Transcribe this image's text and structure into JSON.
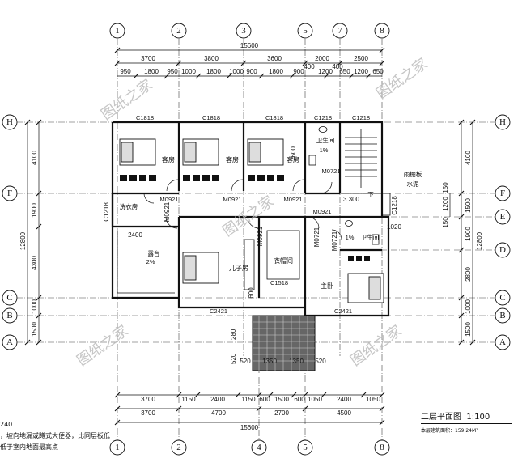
{
  "plan": {
    "title": "二层平面图",
    "scale": "1:100",
    "area_note": "本层建筑面积：159.24M²",
    "notes": [
      "240",
      "，坡向地漏或蹲式大便器，比同层板低",
      "低于室内地面最高点"
    ],
    "watermark": "图纸之家"
  },
  "axes": {
    "columns_top": [
      "1",
      "2",
      "3",
      "5",
      "7",
      "8"
    ],
    "columns_bottom": [
      "1",
      "2",
      "4",
      "5",
      "8"
    ],
    "rows_left": [
      "H",
      "F",
      "C",
      "B",
      "A"
    ],
    "rows_right": [
      "H",
      "F",
      "E",
      "D",
      "C",
      "B",
      "A"
    ]
  },
  "dims": {
    "top_total": "15600",
    "top_row1": [
      "3700",
      "3800",
      "3600",
      "2000",
      "2500"
    ],
    "top_small": [
      "400",
      "400"
    ],
    "top_row2": [
      "950",
      "1800",
      "950",
      "1000",
      "1800",
      "1000",
      "900",
      "1800",
      "900",
      "1200",
      "650",
      "1200",
      "650"
    ],
    "bottom_row1": [
      "3700",
      "1150",
      "2400",
      "1150",
      "600",
      "1500",
      "600",
      "1050",
      "2400",
      "1050"
    ],
    "bottom_row2": [
      "3700",
      "4700",
      "2700",
      "4500"
    ],
    "bottom_total": "15600",
    "left_total": "12800",
    "left_segments": [
      "4100",
      "1900",
      "4300",
      "1000",
      "1500"
    ],
    "right_total": "12800",
    "right_outer": [
      "4100",
      "1500",
      "1900",
      "2800",
      "1000",
      "1500"
    ],
    "right_inner": [
      "1200",
      "150",
      "150"
    ],
    "porch": [
      "520",
      "1350",
      "1350",
      "520"
    ],
    "porch_v": [
      "280",
      "520"
    ],
    "small": [
      "2600",
      "1020",
      "2400",
      "600"
    ]
  },
  "rooms": {
    "bedroom_a": "客房",
    "bedroom_b": "客房",
    "bedroom_c": "客房",
    "bath_1": "卫生间",
    "bath_2": "卫生间",
    "laundry": "洗衣房",
    "terrace": "露台",
    "slope": "2%",
    "slope2": "1%",
    "slope3": "1%",
    "son_room": "儿子房",
    "closet": "衣帽间",
    "master": "主卧",
    "level": "3.300",
    "down": "下",
    "gutter": "雨棚板",
    "gutter2": "水泥"
  },
  "openings": {
    "w1": "C1818",
    "w2": "C1818",
    "w3": "C1818",
    "w4": "C1218",
    "w5": "C1218",
    "w6": "C1218",
    "w7": "C1218",
    "w8": "C1518",
    "w9": "C2421",
    "w10": "C2421",
    "d1": "M0921",
    "d2": "M0921",
    "d3": "M0921",
    "d4": "M0921",
    "d5": "M0721",
    "d6": "M0921",
    "d7": "M0921",
    "d8": "M0721",
    "d9": "M0721"
  }
}
